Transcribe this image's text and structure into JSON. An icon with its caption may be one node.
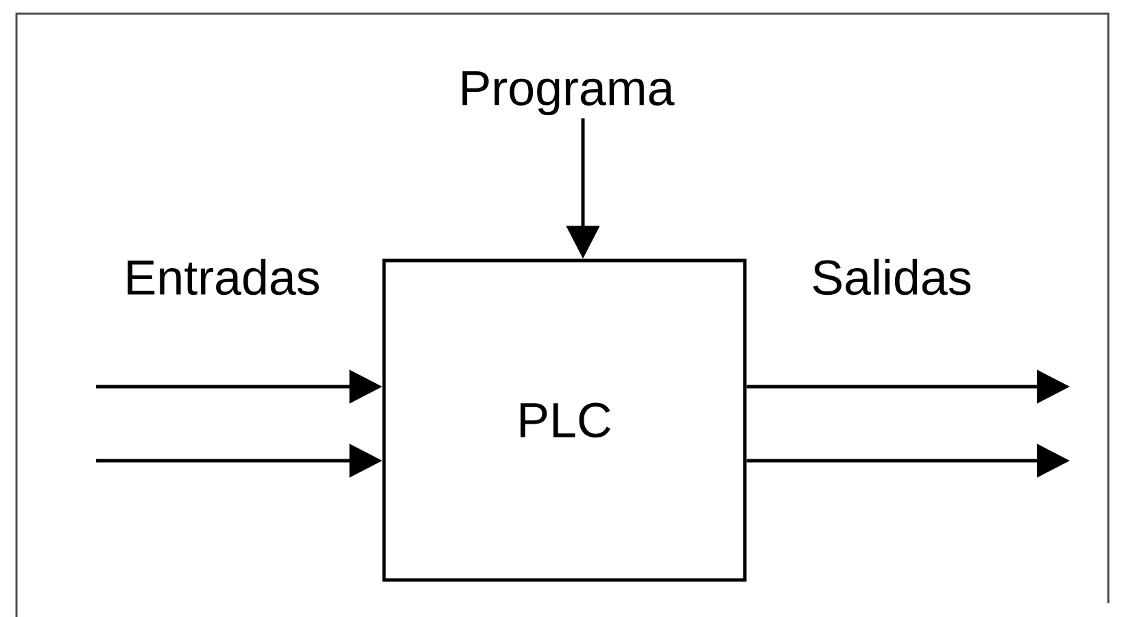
{
  "diagram": {
    "nodes": [
      {
        "text": [
          "PLC"
        ]
      },
      {
        "text": [
          "Programa"
        ]
      }
    ],
    "edges": [
      {
        "from": 1,
        "to": 0,
        "arrow": "to"
      },
      {
        "from": null,
        "to": 0,
        "arrow": "to"
      },
      {
        "from": null,
        "to": 0,
        "arrow": "to"
      },
      {
        "from": 0,
        "to": null,
        "arrow": "to"
      },
      {
        "from": 0,
        "to": null,
        "arrow": "to"
      }
    ],
    "labels": [
      "Entradas",
      "Salidas"
    ]
  }
}
